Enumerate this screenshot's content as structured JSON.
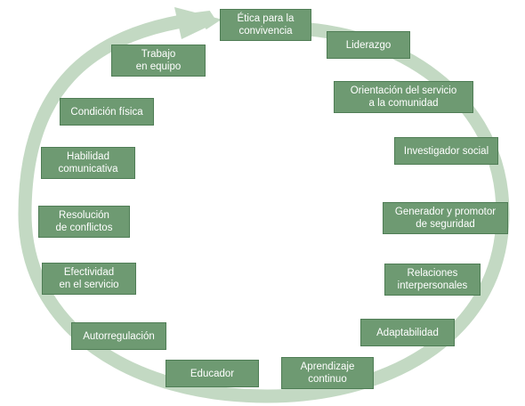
{
  "colors": {
    "ring": "#c3d9c3",
    "box_fill": "#6e9a72",
    "box_border": "#4f7d55",
    "text": "#ffffff"
  },
  "labels": {
    "etica": "Ética para la\nconvivencia",
    "liderazgo": "Liderazgo",
    "orientacion": "Orientación del servicio\na la comunidad",
    "investigador": "Investigador social",
    "generador": "Generador y promotor\nde seguridad",
    "relaciones": "Relaciones\ninterpersonales",
    "adaptabilidad": "Adaptabilidad",
    "aprendizaje": "Aprendizaje\ncontinuo",
    "educador": "Educador",
    "autorregulacion": "Autorregulación",
    "efectividad": "Efectividad\nen el servicio",
    "resolucion": "Resolución\nde conflictos",
    "habilidad": "Habilidad\ncomunicativa",
    "condicion": "Condición física",
    "trabajo": "Trabajo\nen equipo"
  }
}
